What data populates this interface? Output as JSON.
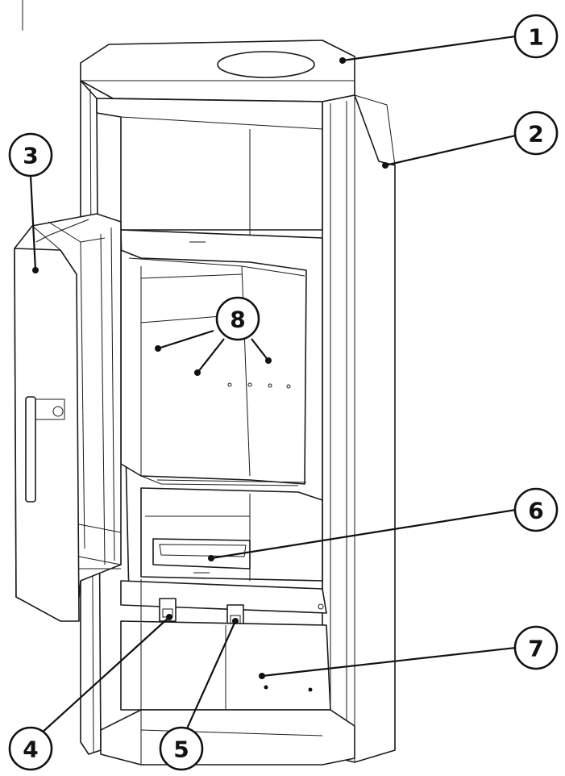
{
  "callouts": [
    {
      "label": "1",
      "part": "top-cover"
    },
    {
      "label": "2",
      "part": "side-cladding"
    },
    {
      "label": "3",
      "part": "door"
    },
    {
      "label": "4",
      "part": "left-air-control"
    },
    {
      "label": "5",
      "part": "right-air-control"
    },
    {
      "label": "6",
      "part": "ash-pan-opening"
    },
    {
      "label": "7",
      "part": "lower-compartment"
    },
    {
      "label": "8",
      "part": "firebox-lining"
    }
  ]
}
